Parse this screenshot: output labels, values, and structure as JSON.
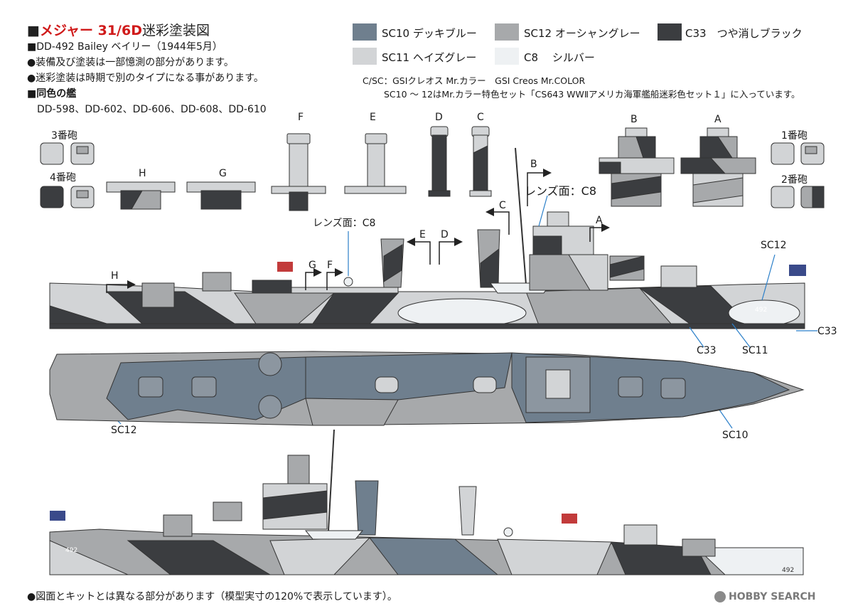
{
  "header": {
    "title_square": "■",
    "title_red": "メジャー 31/6D",
    "title_rest": "迷彩塗装図",
    "ship_line": "■DD-492 Bailey ベイリー（1944年5月）",
    "note1": "●装備及び塗装は一部憶測の部分があります。",
    "note2": "●迷彩塗装は時期で別のタイプになる事があります。",
    "same_color_title": "■同色の艦",
    "same_color_ships": "DD-598、DD-602、DD-606、DD-608、DD-610"
  },
  "legend": {
    "items": [
      {
        "code": "SC10",
        "name": "デッキブルー",
        "color": "#6f7f8e"
      },
      {
        "code": "SC12",
        "name": "オーシャングレー",
        "color": "#a7a9ab"
      },
      {
        "code": "C33",
        "name": "つや消しブラック",
        "color": "#3b3d40"
      },
      {
        "code": "SC11",
        "name": "ヘイズグレー",
        "color": "#d2d4d6"
      },
      {
        "code": "C8",
        "name": "シルバー",
        "color": "#eef1f3"
      }
    ],
    "source_line": "C/SC：GSIクレオス Mr.カラー　GSI Creos Mr.COLOR",
    "set_line": "SC10 ～ 12はMr.カラー特色セット「CS643 WWⅡアメリカ海軍艦船迷彩色セット１」に入っています。"
  },
  "details": {
    "gun3": "3番砲",
    "gun4": "4番砲",
    "gun1": "1番砲",
    "gun2": "2番砲",
    "letters": [
      "H",
      "G",
      "F",
      "E",
      "D",
      "C",
      "B",
      "A"
    ]
  },
  "callouts": {
    "lens_top": "レンズ面：C8",
    "lens_mid": "レンズ面：C8",
    "sc12_right": "SC12",
    "c33_right": "C33",
    "c33_bottom": "C33",
    "sc11_bottom": "SC11",
    "sc12_deck": "SC12",
    "sc10_deck": "SC10",
    "hull_number": "492"
  },
  "footer": {
    "note": "●図面とキットとは異なる部分があります（模型実寸の120%で表示しています）。",
    "brand": "HOBBY SEARCH"
  }
}
